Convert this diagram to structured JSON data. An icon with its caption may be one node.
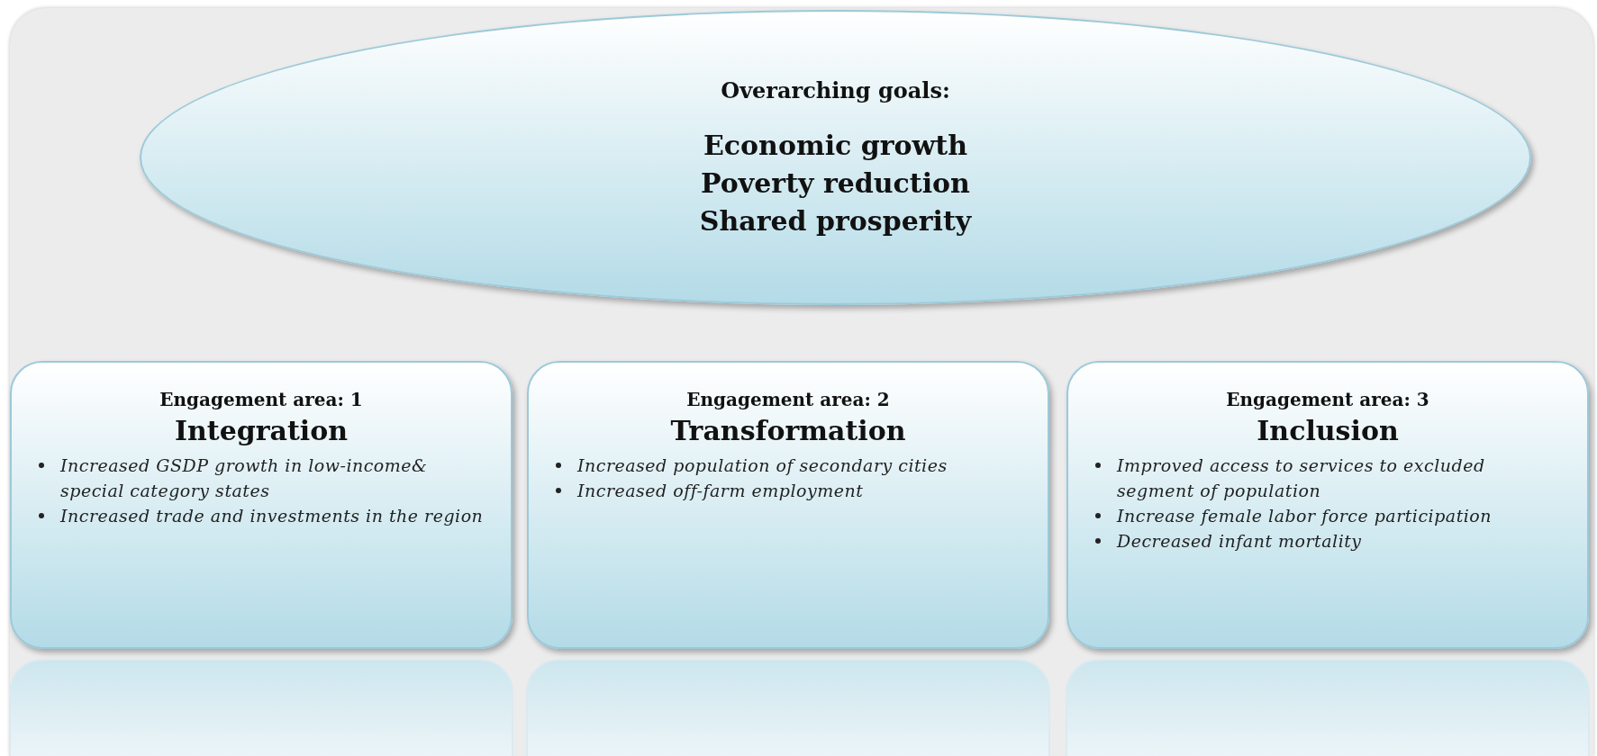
{
  "diagram": {
    "nodes": [
      {
        "text": [
          "Overarching goals:",
          "Economic growth",
          "Poverty reduction",
          "Shared prosperity"
        ]
      },
      {
        "text": [
          "Engagement area: 1",
          "Integration",
          "Increased GSDP growth in low-income& special category states",
          "Increased trade and investments in the region"
        ]
      },
      {
        "text": [
          "Engagement area: 2",
          "Transformation",
          "Increased population of secondary cities",
          "Increased off-farm employment"
        ]
      },
      {
        "text": [
          "Engagement area: 3",
          "Inclusion",
          "Improved access to services to excluded segment of population",
          "Increase female labor force participation",
          "Decreased infant mortality"
        ]
      }
    ]
  }
}
